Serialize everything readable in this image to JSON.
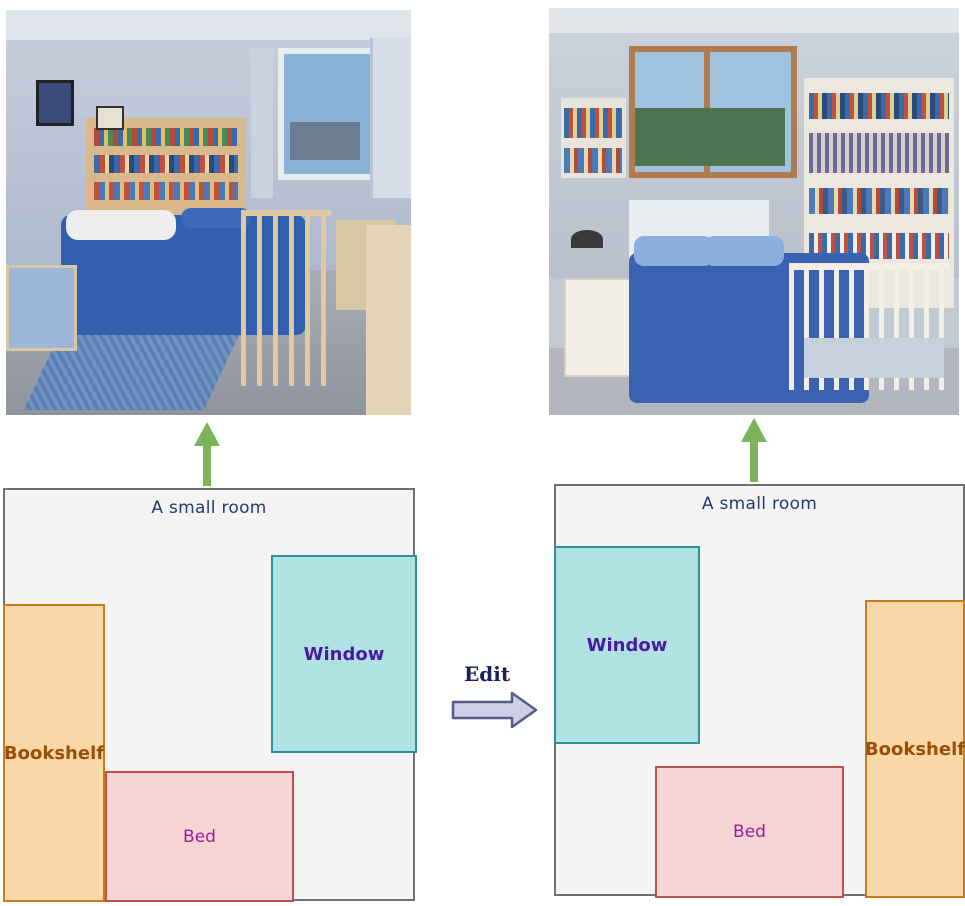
{
  "colors": {
    "arrow_up": "#7cb45a",
    "edit_arrow_fill": "#cfd0e8",
    "edit_arrow_stroke": "#5a5a8a"
  },
  "left_layout": {
    "caption": "A small room",
    "bookshelf_label": "Bookshelf",
    "window_label": "Window",
    "bed_label": "Bed"
  },
  "right_layout": {
    "caption": "A small room",
    "bookshelf_label": "Bookshelf",
    "window_label": "Window",
    "bed_label": "Bed"
  },
  "edit": {
    "label": "Edit"
  }
}
